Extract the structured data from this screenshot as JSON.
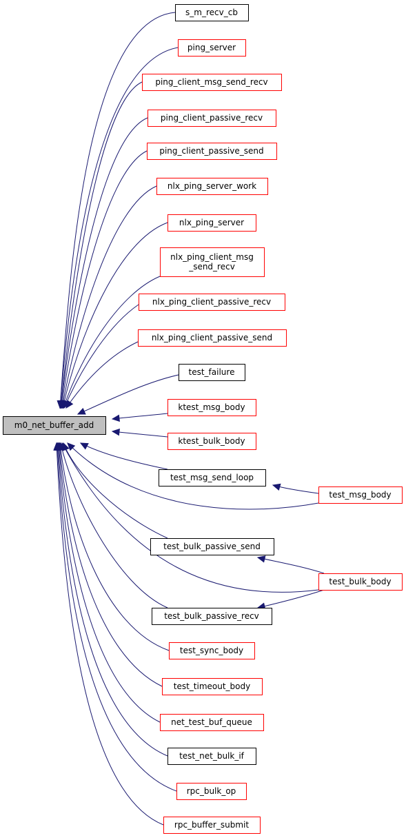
{
  "graph": {
    "colors": {
      "edge": "#191970",
      "root_fill": "#bfbfbf",
      "documented_border": "#000000",
      "truncated_border": "#ff0000"
    },
    "root": {
      "id": "root",
      "label": "m0_net_buffer_add"
    },
    "nodes": [
      {
        "id": "n_s_m_recv_cb",
        "lines": [
          "s_m_recv_cb"
        ],
        "border": "black"
      },
      {
        "id": "n_ping_server",
        "lines": [
          "ping_server"
        ],
        "border": "red"
      },
      {
        "id": "n_ping_client_msg_send_recv",
        "lines": [
          "ping_client_msg_send_recv"
        ],
        "border": "red"
      },
      {
        "id": "n_ping_client_passive_recv",
        "lines": [
          "ping_client_passive_recv"
        ],
        "border": "red"
      },
      {
        "id": "n_ping_client_passive_send",
        "lines": [
          "ping_client_passive_send"
        ],
        "border": "red"
      },
      {
        "id": "n_nlx_ping_server_work",
        "lines": [
          "nlx_ping_server_work"
        ],
        "border": "red"
      },
      {
        "id": "n_nlx_ping_server",
        "lines": [
          "nlx_ping_server"
        ],
        "border": "red"
      },
      {
        "id": "n_nlx_ping_client_msg_send_recv",
        "lines": [
          "nlx_ping_client_msg",
          "_send_recv"
        ],
        "border": "red"
      },
      {
        "id": "n_nlx_ping_client_passive_recv",
        "lines": [
          "nlx_ping_client_passive_recv"
        ],
        "border": "red"
      },
      {
        "id": "n_nlx_ping_client_passive_send",
        "lines": [
          "nlx_ping_client_passive_send"
        ],
        "border": "red"
      },
      {
        "id": "n_test_failure",
        "lines": [
          "test_failure"
        ],
        "border": "black"
      },
      {
        "id": "n_ktest_msg_body",
        "lines": [
          "ktest_msg_body"
        ],
        "border": "red"
      },
      {
        "id": "n_ktest_bulk_body",
        "lines": [
          "ktest_bulk_body"
        ],
        "border": "red"
      },
      {
        "id": "n_test_msg_send_loop",
        "lines": [
          "test_msg_send_loop"
        ],
        "border": "black"
      },
      {
        "id": "n_test_msg_body",
        "lines": [
          "test_msg_body"
        ],
        "border": "red"
      },
      {
        "id": "n_test_bulk_passive_send",
        "lines": [
          "test_bulk_passive_send"
        ],
        "border": "black"
      },
      {
        "id": "n_test_bulk_body",
        "lines": [
          "test_bulk_body"
        ],
        "border": "red"
      },
      {
        "id": "n_test_bulk_passive_recv",
        "lines": [
          "test_bulk_passive_recv"
        ],
        "border": "black"
      },
      {
        "id": "n_test_sync_body",
        "lines": [
          "test_sync_body"
        ],
        "border": "red"
      },
      {
        "id": "n_test_timeout_body",
        "lines": [
          "test_timeout_body"
        ],
        "border": "red"
      },
      {
        "id": "n_net_test_buf_queue",
        "lines": [
          "net_test_buf_queue"
        ],
        "border": "red"
      },
      {
        "id": "n_test_net_bulk_if",
        "lines": [
          "test_net_bulk_if"
        ],
        "border": "black"
      },
      {
        "id": "n_rpc_bulk_op",
        "lines": [
          "rpc_bulk_op"
        ],
        "border": "red"
      },
      {
        "id": "n_rpc_buffer_submit",
        "lines": [
          "rpc_buffer_submit"
        ],
        "border": "red"
      }
    ],
    "edges": [
      {
        "from": "n_s_m_recv_cb",
        "to": "root"
      },
      {
        "from": "n_ping_server",
        "to": "root"
      },
      {
        "from": "n_ping_client_msg_send_recv",
        "to": "root"
      },
      {
        "from": "n_ping_client_passive_recv",
        "to": "root"
      },
      {
        "from": "n_ping_client_passive_send",
        "to": "root"
      },
      {
        "from": "n_nlx_ping_server_work",
        "to": "root"
      },
      {
        "from": "n_nlx_ping_server",
        "to": "root"
      },
      {
        "from": "n_nlx_ping_client_msg_send_recv",
        "to": "root"
      },
      {
        "from": "n_nlx_ping_client_passive_recv",
        "to": "root"
      },
      {
        "from": "n_nlx_ping_client_passive_send",
        "to": "root"
      },
      {
        "from": "n_test_failure",
        "to": "root"
      },
      {
        "from": "n_ktest_msg_body",
        "to": "root"
      },
      {
        "from": "n_ktest_bulk_body",
        "to": "root"
      },
      {
        "from": "n_test_msg_send_loop",
        "to": "root"
      },
      {
        "from": "n_test_msg_body",
        "to": "root"
      },
      {
        "from": "n_test_msg_body",
        "to": "n_test_msg_send_loop"
      },
      {
        "from": "n_test_bulk_passive_send",
        "to": "root"
      },
      {
        "from": "n_test_bulk_body",
        "to": "root"
      },
      {
        "from": "n_test_bulk_body",
        "to": "n_test_bulk_passive_send"
      },
      {
        "from": "n_test_bulk_body",
        "to": "n_test_bulk_passive_recv"
      },
      {
        "from": "n_test_bulk_passive_recv",
        "to": "root"
      },
      {
        "from": "n_test_sync_body",
        "to": "root"
      },
      {
        "from": "n_test_timeout_body",
        "to": "root"
      },
      {
        "from": "n_net_test_buf_queue",
        "to": "root"
      },
      {
        "from": "n_test_net_bulk_if",
        "to": "root"
      },
      {
        "from": "n_rpc_bulk_op",
        "to": "root"
      },
      {
        "from": "n_rpc_buffer_submit",
        "to": "root"
      }
    ]
  }
}
